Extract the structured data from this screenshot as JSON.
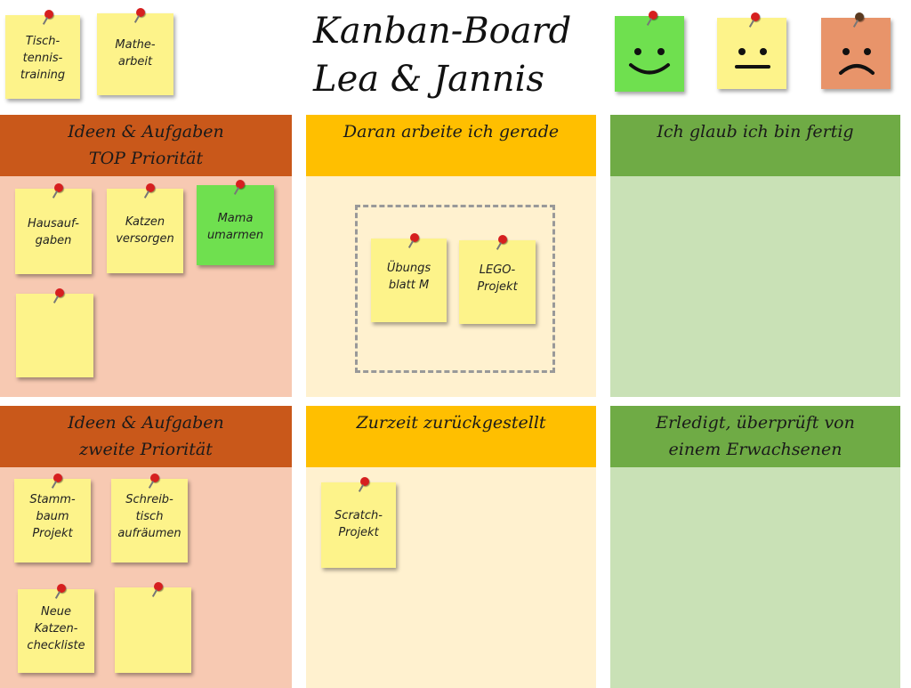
{
  "title": {
    "line1": "Kanban-Board",
    "line2": "Lea & Jannis"
  },
  "top_notes": [
    {
      "lines": [
        "Tisch-",
        "tennis-",
        "training"
      ]
    },
    {
      "lines": [
        "Mathe-",
        "arbeit"
      ]
    }
  ],
  "mood_notes": [
    {
      "face": "☺",
      "color": "#6fe04f"
    },
    {
      "face": "😐",
      "color": "#fdf38a"
    },
    {
      "face": "☹",
      "color": "#e8946a"
    }
  ],
  "columns": [
    {
      "header": [
        "Ideen & Aufgaben",
        "TOP Priorität"
      ],
      "header_color": "#c9581a",
      "body_color": "#f7c9b2"
    },
    {
      "header": [
        "Daran arbeite ich gerade"
      ],
      "header_color": "#ffbf00",
      "body_color": "#fff1cf"
    },
    {
      "header": [
        "Ich glaub ich bin fertig"
      ],
      "header_color": "#6fab45",
      "body_color": "#c9e1b6"
    },
    {
      "header": [
        "Ideen & Aufgaben",
        "zweite Priorität"
      ],
      "header_color": "#c9581a",
      "body_color": "#f7c9b2"
    },
    {
      "header": [
        "Zurzeit zurückgestellt"
      ],
      "header_color": "#ffbf00",
      "body_color": "#fff1cf"
    },
    {
      "header": [
        "Erledigt, überprüft von",
        "einem Erwachsenen"
      ],
      "header_color": "#6fab45",
      "body_color": "#c9e1b6"
    }
  ],
  "notes": {
    "top_priority": [
      {
        "lines": [
          "Hausauf-",
          "gaben"
        ]
      },
      {
        "lines": [
          "Katzen",
          "versorgen"
        ]
      },
      {
        "lines": [
          "Mama",
          "umarmen"
        ]
      },
      {
        "lines": []
      }
    ],
    "in_progress": [
      {
        "lines": [
          "Übungs",
          "blatt M"
        ]
      },
      {
        "lines": [
          "LEGO-",
          "Projekt"
        ]
      }
    ],
    "second_priority": [
      {
        "lines": [
          "Stamm-",
          "baum",
          "Projekt"
        ]
      },
      {
        "lines": [
          "Schreib-",
          "tisch",
          "aufräumen"
        ]
      },
      {
        "lines": [
          "Neue",
          "Katzen-",
          "checkliste"
        ]
      },
      {
        "lines": []
      }
    ],
    "postponed": [
      {
        "lines": [
          "Scratch-",
          "Projekt"
        ]
      }
    ]
  }
}
